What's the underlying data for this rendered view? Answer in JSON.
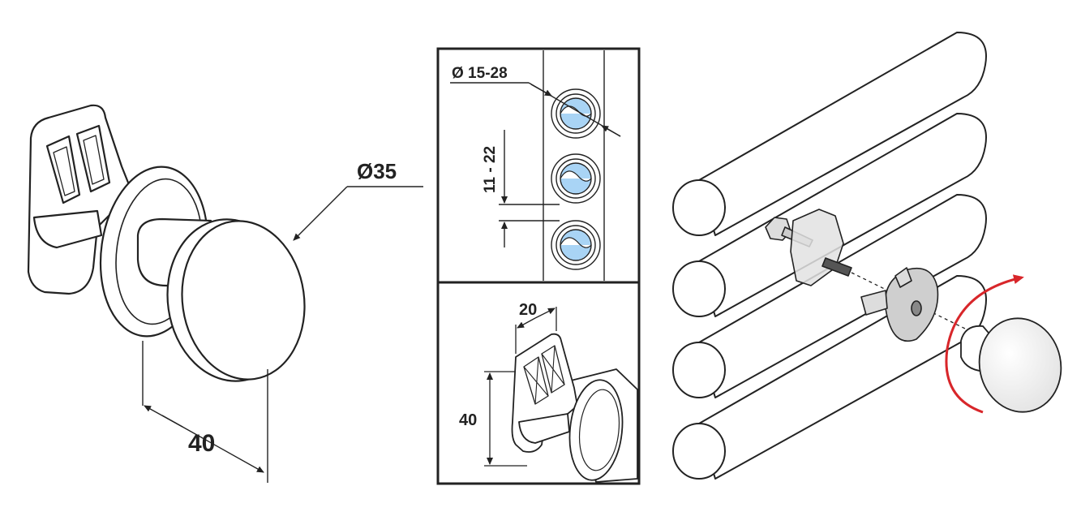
{
  "left_view": {
    "diameter_label": "Ø35",
    "length_label": "40"
  },
  "inset_top": {
    "pipe_diameter_label": "Ø 15-28",
    "spacing_label": "11 - 22"
  },
  "inset_bottom": {
    "width_label": "20",
    "height_label": "40"
  },
  "colors": {
    "pipe_fill": "#a9d4f5",
    "rotation_arrow": "#d8262a",
    "line": "#222222"
  }
}
